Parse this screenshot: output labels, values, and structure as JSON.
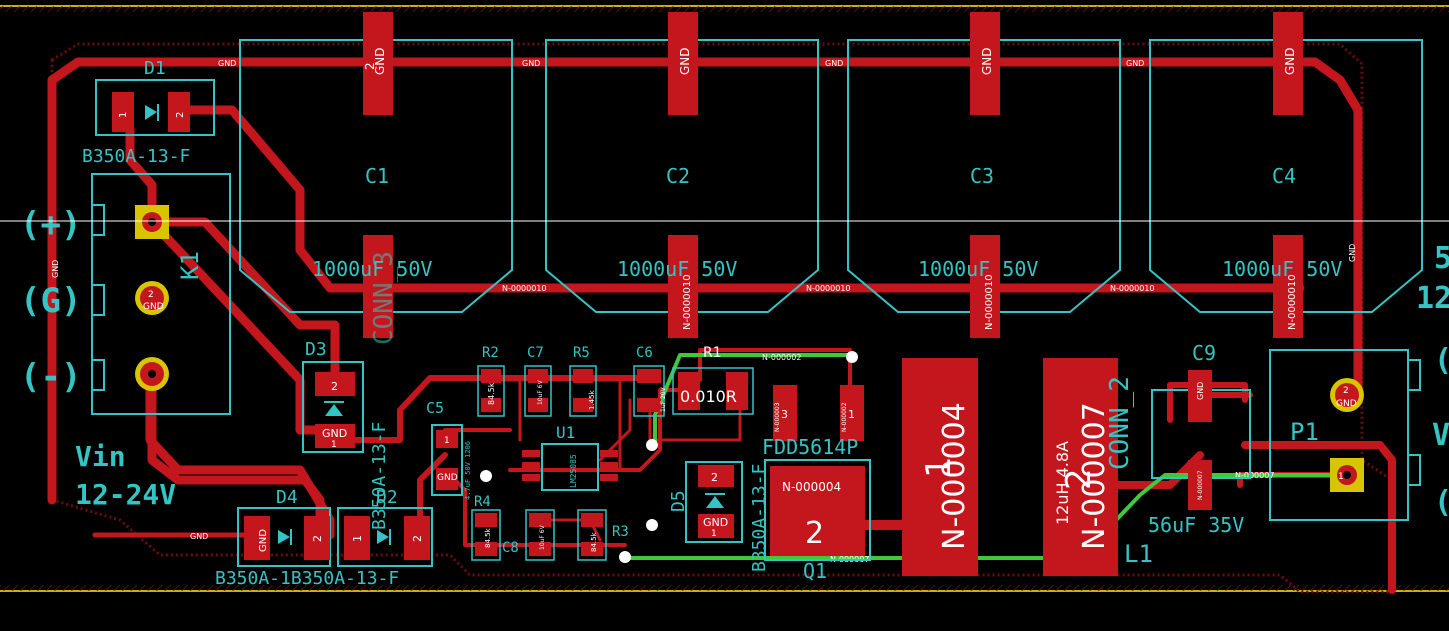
{
  "colors": {
    "background": "#000000",
    "copper": "#c4171d",
    "copper_light": "#d8262b",
    "silkscreen": "#35c4c4",
    "highlight_net": "#3ec83a",
    "pad_text": "#ffffff",
    "via_ring": "#d9c400",
    "board_edge": "#c8b400",
    "cursor_line": "#ffffff"
  },
  "nets": {
    "gnd": "GND",
    "n10": "N-0000010",
    "n02": "N-000002",
    "n03": "N-000003",
    "n04": "N-000004",
    "n07": "N-000007"
  },
  "capacitors": [
    {
      "ref": "C1",
      "value": "1000uF 50V"
    },
    {
      "ref": "C2",
      "value": "1000uF 50V"
    },
    {
      "ref": "C3",
      "value": "1000uF 50V"
    },
    {
      "ref": "C4",
      "value": "1000uF 50V"
    }
  ],
  "pad_numbers": {
    "one": "1",
    "two": "2",
    "three": "3"
  },
  "diodes": {
    "d1": {
      "ref": "D1",
      "value": "B350A-13-F"
    },
    "d2": {
      "ref": "D2",
      "value": "B350A-13-F"
    },
    "d3": {
      "ref": "D3",
      "value": "B350A-13-F"
    },
    "d4": {
      "ref": "D4",
      "value": "B350A-1B350A-13-F"
    },
    "d5": {
      "ref": "D5",
      "value": "B350A-13-F"
    }
  },
  "connector_k1": {
    "ref": "K1",
    "conn_label": "CONN_3",
    "plus": "(+)",
    "gnd": "(G)",
    "minus": "(-)",
    "vin_line1": "Vin",
    "vin_line2": "12-24V"
  },
  "right_edge": {
    "t1": "5",
    "t2": "12",
    "t3": "(",
    "t4": "V",
    "t5": "("
  },
  "small_parts": {
    "r1": {
      "ref": "R1",
      "value": "0.010R"
    },
    "r2": {
      "ref": "R2",
      "value": "84.5k"
    },
    "r3": {
      "ref": "R3",
      "value": "84.5k"
    },
    "r4": {
      "ref": "R4",
      "value": "84.5k"
    },
    "r5": {
      "ref": "R5",
      "value": "1.45k"
    },
    "c5": {
      "ref": "C5",
      "value": "4.7uF 50V 1206"
    },
    "c6": {
      "ref": "C6",
      "value": "1uF 20V"
    },
    "c7": {
      "ref": "C7",
      "value": "10uF 6V"
    },
    "c8": {
      "ref": "C8",
      "value": "10uF 6V"
    },
    "c9": {
      "ref": "C9",
      "value": "56uF 35V"
    },
    "u1": {
      "ref": "U1",
      "value": "LM25085"
    }
  },
  "q1": {
    "ref": "Q1",
    "value": "FDD5614P"
  },
  "l1": {
    "ref": "L1",
    "value": "12uH 4.8A",
    "conn_label": "CONN_2"
  },
  "p1": {
    "ref": "P1"
  }
}
